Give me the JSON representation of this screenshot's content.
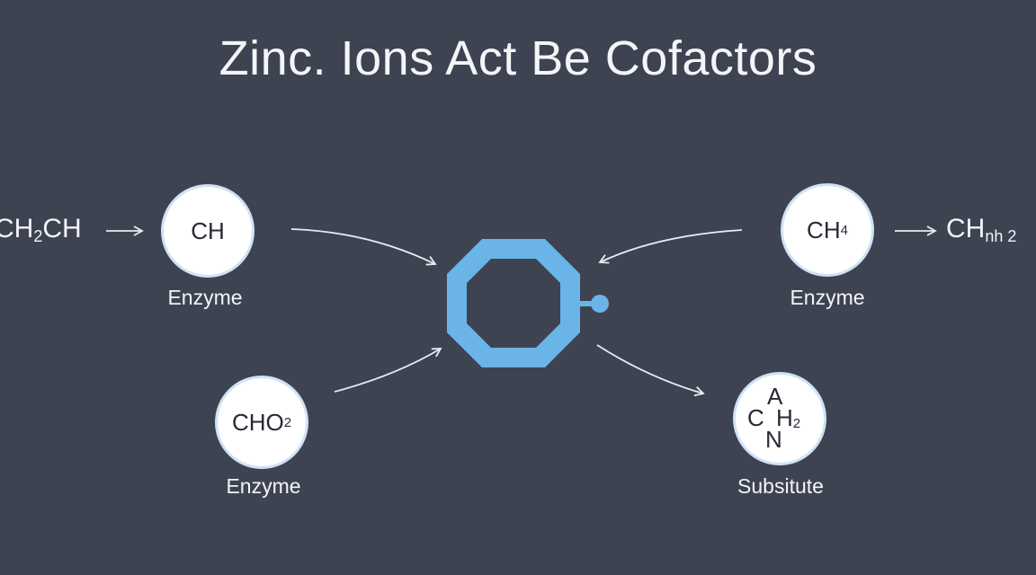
{
  "title": "Zinc. Ions Act Be Cofactors",
  "left_formula": {
    "a": "CH",
    "a_sub": "2",
    "b": "CH"
  },
  "right_formula": {
    "a": "CH",
    "a_sub": "nh 2"
  },
  "nodes": {
    "top_left": {
      "text": "CH",
      "sub": "",
      "label": "Enzyme"
    },
    "bottom_left": {
      "text": "CHO",
      "sub": "2",
      "label": "Enzyme"
    },
    "top_right": {
      "text": "CH",
      "sub": "4",
      "label": "Enzyme"
    },
    "bottom_right": {
      "top": "A",
      "left": "C",
      "right": "H",
      "right_sub": "2",
      "bottom": "N",
      "label": "Subsitute"
    }
  },
  "colors": {
    "background": "#3e4352",
    "cofactor": "#6ab4e8",
    "arrow": "#e8ecf1",
    "node_fill": "#ffffff",
    "node_border": "#cfe3f4"
  },
  "cofactor_icon": "zinc-ion-octagon-icon"
}
